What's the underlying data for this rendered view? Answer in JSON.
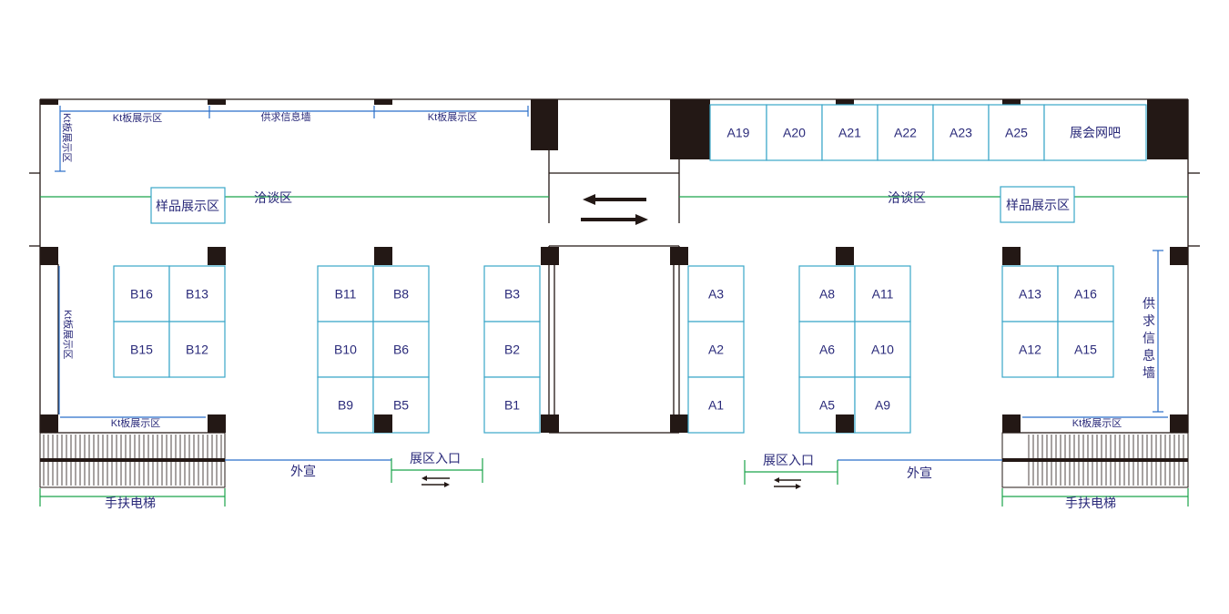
{
  "colors": {
    "booth_stroke": "#3aa6c9",
    "label_text": "#2a2a7a",
    "pillar": "#231815",
    "guide_blue": "#2a6fc9",
    "guide_green": "#1aa34a"
  },
  "labels": {
    "negotiation_left": "洽谈区",
    "negotiation_right": "洽谈区",
    "sample_left": "样品展示区",
    "sample_right": "样品展示区",
    "kt_top_left": "Kt板展示区",
    "supply_wall_top": "供求信息墙",
    "kt_top_mid": "Kt板展示区",
    "kt_vertical_upper": "Kt板展示区",
    "kt_vertical_lower": "Kt板展示区",
    "kt_bottom_left": "Kt板展示区",
    "kt_bottom_right": "Kt板展示区",
    "supply_wall_right": "供求信息墙",
    "outdoor_left": "外宣",
    "outdoor_right": "外宣",
    "entrance_left": "展区入口",
    "entrance_right": "展区入口",
    "escalator_left": "手扶电梯",
    "escalator_right": "手扶电梯"
  },
  "top_right_booths": [
    "A19",
    "A20",
    "A21",
    "A22",
    "A23",
    "A25",
    "展会网吧"
  ],
  "b_booths": [
    "B16",
    "B13",
    "B15",
    "B12",
    "B11",
    "B8",
    "B10",
    "B6",
    "B9",
    "B5",
    "B3",
    "B2",
    "B1"
  ],
  "a_booths": [
    "A3",
    "A2",
    "A1",
    "A8",
    "A11",
    "A6",
    "A10",
    "A5",
    "A9",
    "A13",
    "A16",
    "A12",
    "A15"
  ]
}
